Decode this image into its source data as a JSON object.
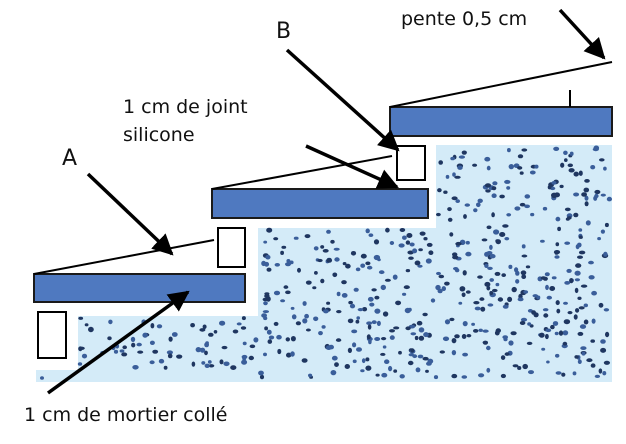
{
  "labels": {
    "slope": "pente 0,5 cm",
    "point_b": "B",
    "silicone_line1": "1 cm de joint",
    "silicone_line2": "silicone",
    "point_a": "A",
    "mortar": "1 cm de mortier collé"
  },
  "colors": {
    "tread": "#4f79c0",
    "tread_outline": "#1a1a1a",
    "mortar_fill": "#d4ebf8",
    "aggregate": "#3a5e9a",
    "aggregate_dark": "#1f3660",
    "line": "#000000",
    "joint": "#ffffff"
  },
  "icons": [
    "arrow-icon"
  ]
}
